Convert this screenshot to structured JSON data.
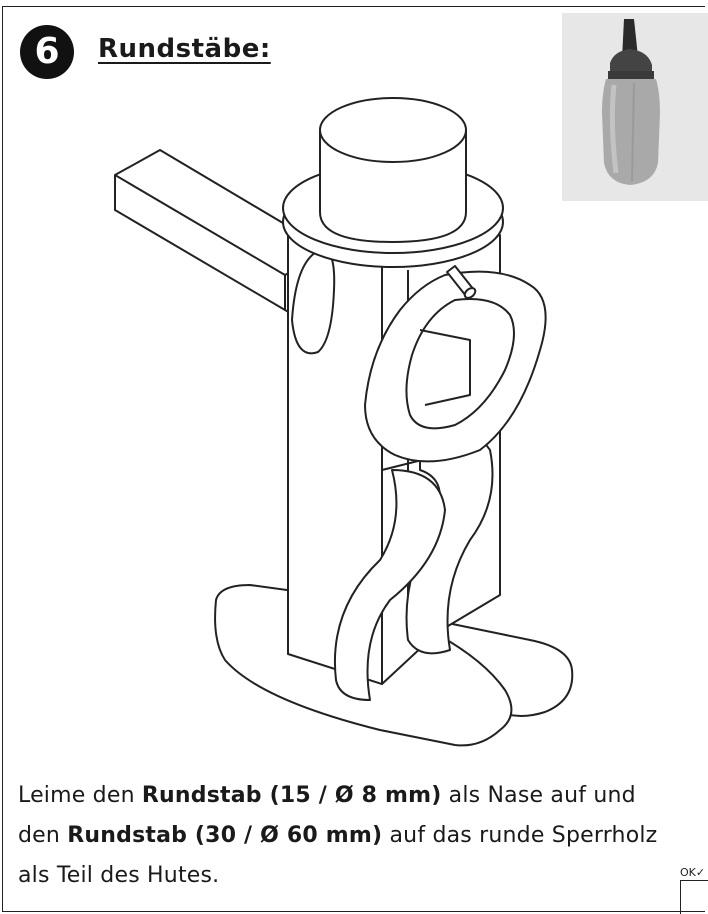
{
  "step": {
    "number": "6",
    "title": "Rundstäbe:"
  },
  "instructions": {
    "line1_pre": "Leime den ",
    "line1_bold": "Rundstab (15 / Ø 8 mm)",
    "line1_post": " als Nase auf und",
    "line2_pre": "den ",
    "line2_bold": "Rundstab (30 / Ø 60 mm)",
    "line2_post": " auf das runde Sperrholz",
    "line3": "als Teil des Hutes."
  },
  "ok_label": "OK✓",
  "icons": {
    "glue": "glue-bottle-icon",
    "assembly": "wooden-figure-illustration"
  },
  "colors": {
    "badge": "#111111",
    "panel": "#e7e7e7",
    "outline": "#222222"
  }
}
